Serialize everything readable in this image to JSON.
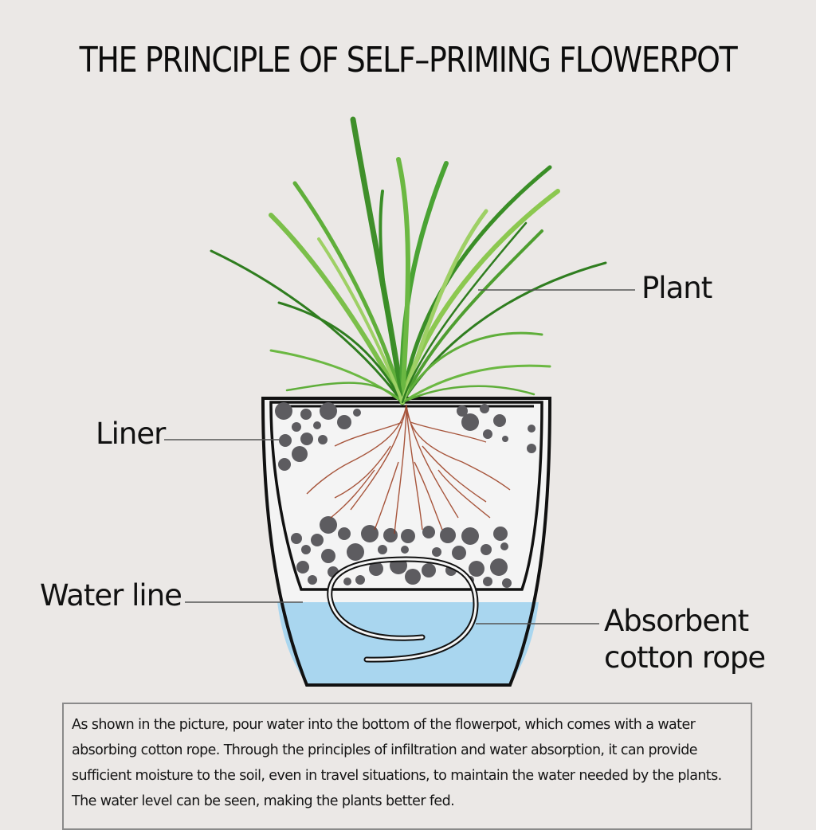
{
  "title": "THE PRINCIPLE OF SELF–PRIMING FLOWERPOT",
  "labels": {
    "plant": "Plant",
    "liner": "Liner",
    "water_line": "Water line",
    "rope_line1": "Absorbent",
    "rope_line2": "cotton rope"
  },
  "description": "As shown in the picture, pour water into the bottom of the flowerpot, which comes with a water absorbing cotton rope. Through the principles of infiltration and water absorption, it can provide sufficient moisture to the soil, even in travel situations, to maintain the water needed by the plants. The water level can be seen, making the plants better fed.",
  "colors": {
    "background": "#ebe8e6",
    "water": "#a9d6ef",
    "pebble": "#5d5c60",
    "root": "#9a3a1c",
    "leaf_dark": "#2f7d1f",
    "leaf_light": "#8cc850",
    "outline": "#111111"
  }
}
